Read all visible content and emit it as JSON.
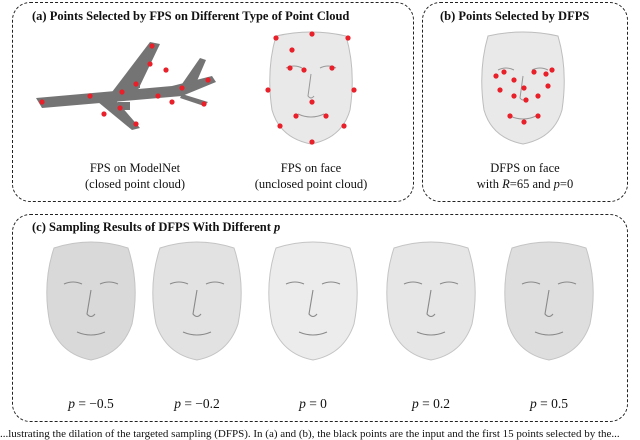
{
  "panel_a": {
    "title": "(a) Points Selected by FPS on Different Type of Point Cloud",
    "left_caption": [
      "FPS on ModelNet",
      "(closed point cloud)"
    ],
    "right_caption": [
      "FPS on face",
      "(unclosed point cloud)"
    ]
  },
  "panel_b": {
    "title": "(b) Points Selected by DFPS",
    "caption_line1": "DFPS on face",
    "caption_line2_parts": [
      "with ",
      "R",
      "=65 and ",
      "p",
      "=0"
    ]
  },
  "panel_c": {
    "title_prefix": "(c) Sampling Results of DFPS With Different ",
    "title_var": "p",
    "faces": [
      {
        "p_label": "p",
        "value": " = −0.5"
      },
      {
        "p_label": "p",
        "value": " = −0.2"
      },
      {
        "p_label": "p",
        "value": " = 0"
      },
      {
        "p_label": "p",
        "value": " = 0.2"
      },
      {
        "p_label": "p",
        "value": " = 0.5"
      }
    ]
  },
  "figure_caption": "...lustrating the dilation of the targeted sampling (DFPS). In (a) and (b), the black points are the input and the first 15 points selected by the...",
  "colors": {
    "point": "#555555",
    "selected": "#e8202a",
    "border": "#222222"
  }
}
